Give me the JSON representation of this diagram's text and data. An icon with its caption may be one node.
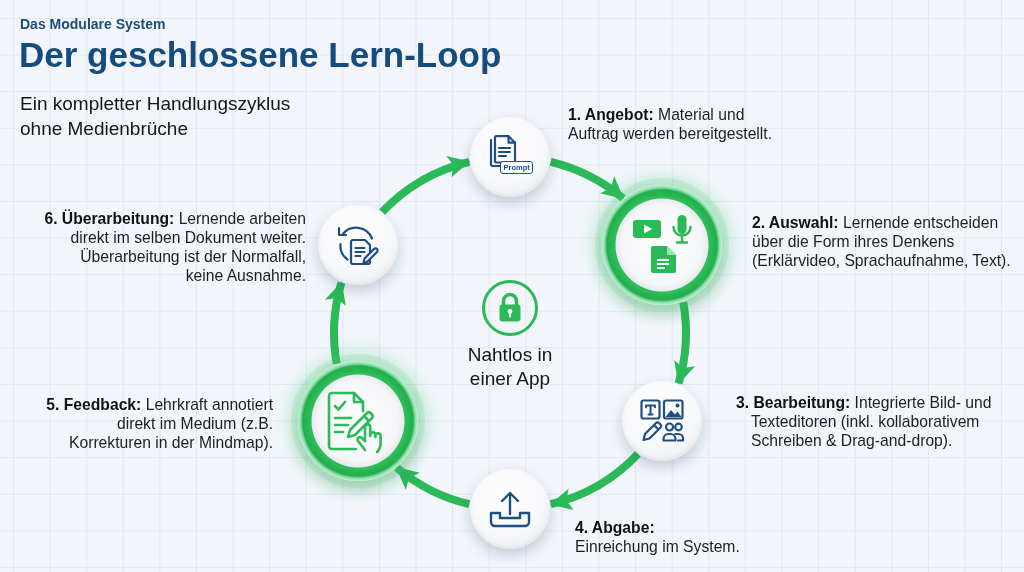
{
  "diagram": {
    "title": "Der geschlossene Lern-Loop",
    "nodes": [
      {
        "text": [
          "Prompt"
        ],
        "beside": [
          "**1. Angebot:** Material und Auftrag werden bereitgestellt."
        ]
      },
      {
        "text": [],
        "shape": "circle",
        "beside": [
          "**2. Auswahl:** Lernende entscheiden über die Form ihres Denkens (Erklärvideo, Sprachaufnahme, Text)."
        ]
      },
      {
        "text": [],
        "shape": "circle",
        "beside": [
          "**3. Bearbeitung:** Integrierte Bild- und Texteditoren (inkl. kollaborativem Schreiben & Drag-and-drop)."
        ]
      },
      {
        "text": [],
        "shape": "circle",
        "beside": [
          "**4. Abgabe:** Einreichung im System."
        ]
      },
      {
        "text": [],
        "shape": "circle",
        "beside": [
          "**5. Feedback:** Lehrkraft annotiert direkt im Medium (z.B. Korrekturen in der Mindmap)."
        ]
      },
      {
        "text": [],
        "shape": "circle",
        "beside": [
          "**6. Überarbeitung:** Lernende arbeiten direkt im selben Dokument weiter. Überarbeitung ist der Normalfall, keine Ausnahme."
        ]
      }
    ],
    "edges": [
      {
        "from": 0,
        "to": 1,
        "arrow": "to"
      },
      {
        "from": 1,
        "to": 2,
        "arrow": "to"
      },
      {
        "from": 2,
        "to": 3,
        "arrow": "to"
      },
      {
        "from": 3,
        "to": 4,
        "arrow": "to"
      },
      {
        "from": 4,
        "to": 5,
        "arrow": "to"
      },
      {
        "from": 5,
        "to": 0,
        "arrow": "to"
      }
    ],
    "labels": [
      "Das Modulare System",
      "Ein kompletter Handlungszyklus ohne Medienbrüche",
      "Nahtlos in einer App"
    ]
  }
}
